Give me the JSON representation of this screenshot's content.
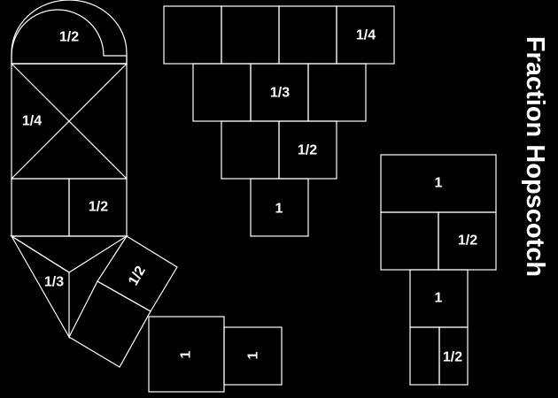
{
  "title": "Fraction Hopscotch",
  "boards": {
    "left": {
      "top_arch": "1/2",
      "x_box": "1/4",
      "right_box": "1/2",
      "triangle": "1/3",
      "tilted_box": "1/2",
      "square_a": "1",
      "square_b": "1"
    },
    "middle": {
      "row1_right": "1/4",
      "row2_middle": "1/3",
      "row3_right": "1/2",
      "row4": "1"
    },
    "right": {
      "top_box": "1",
      "second_row_right": "1/2",
      "middle_box": "1",
      "bottom_right": "1/2"
    }
  },
  "colors": {
    "background": "#000000",
    "line": "#ffffff",
    "text": "#ffffff"
  }
}
